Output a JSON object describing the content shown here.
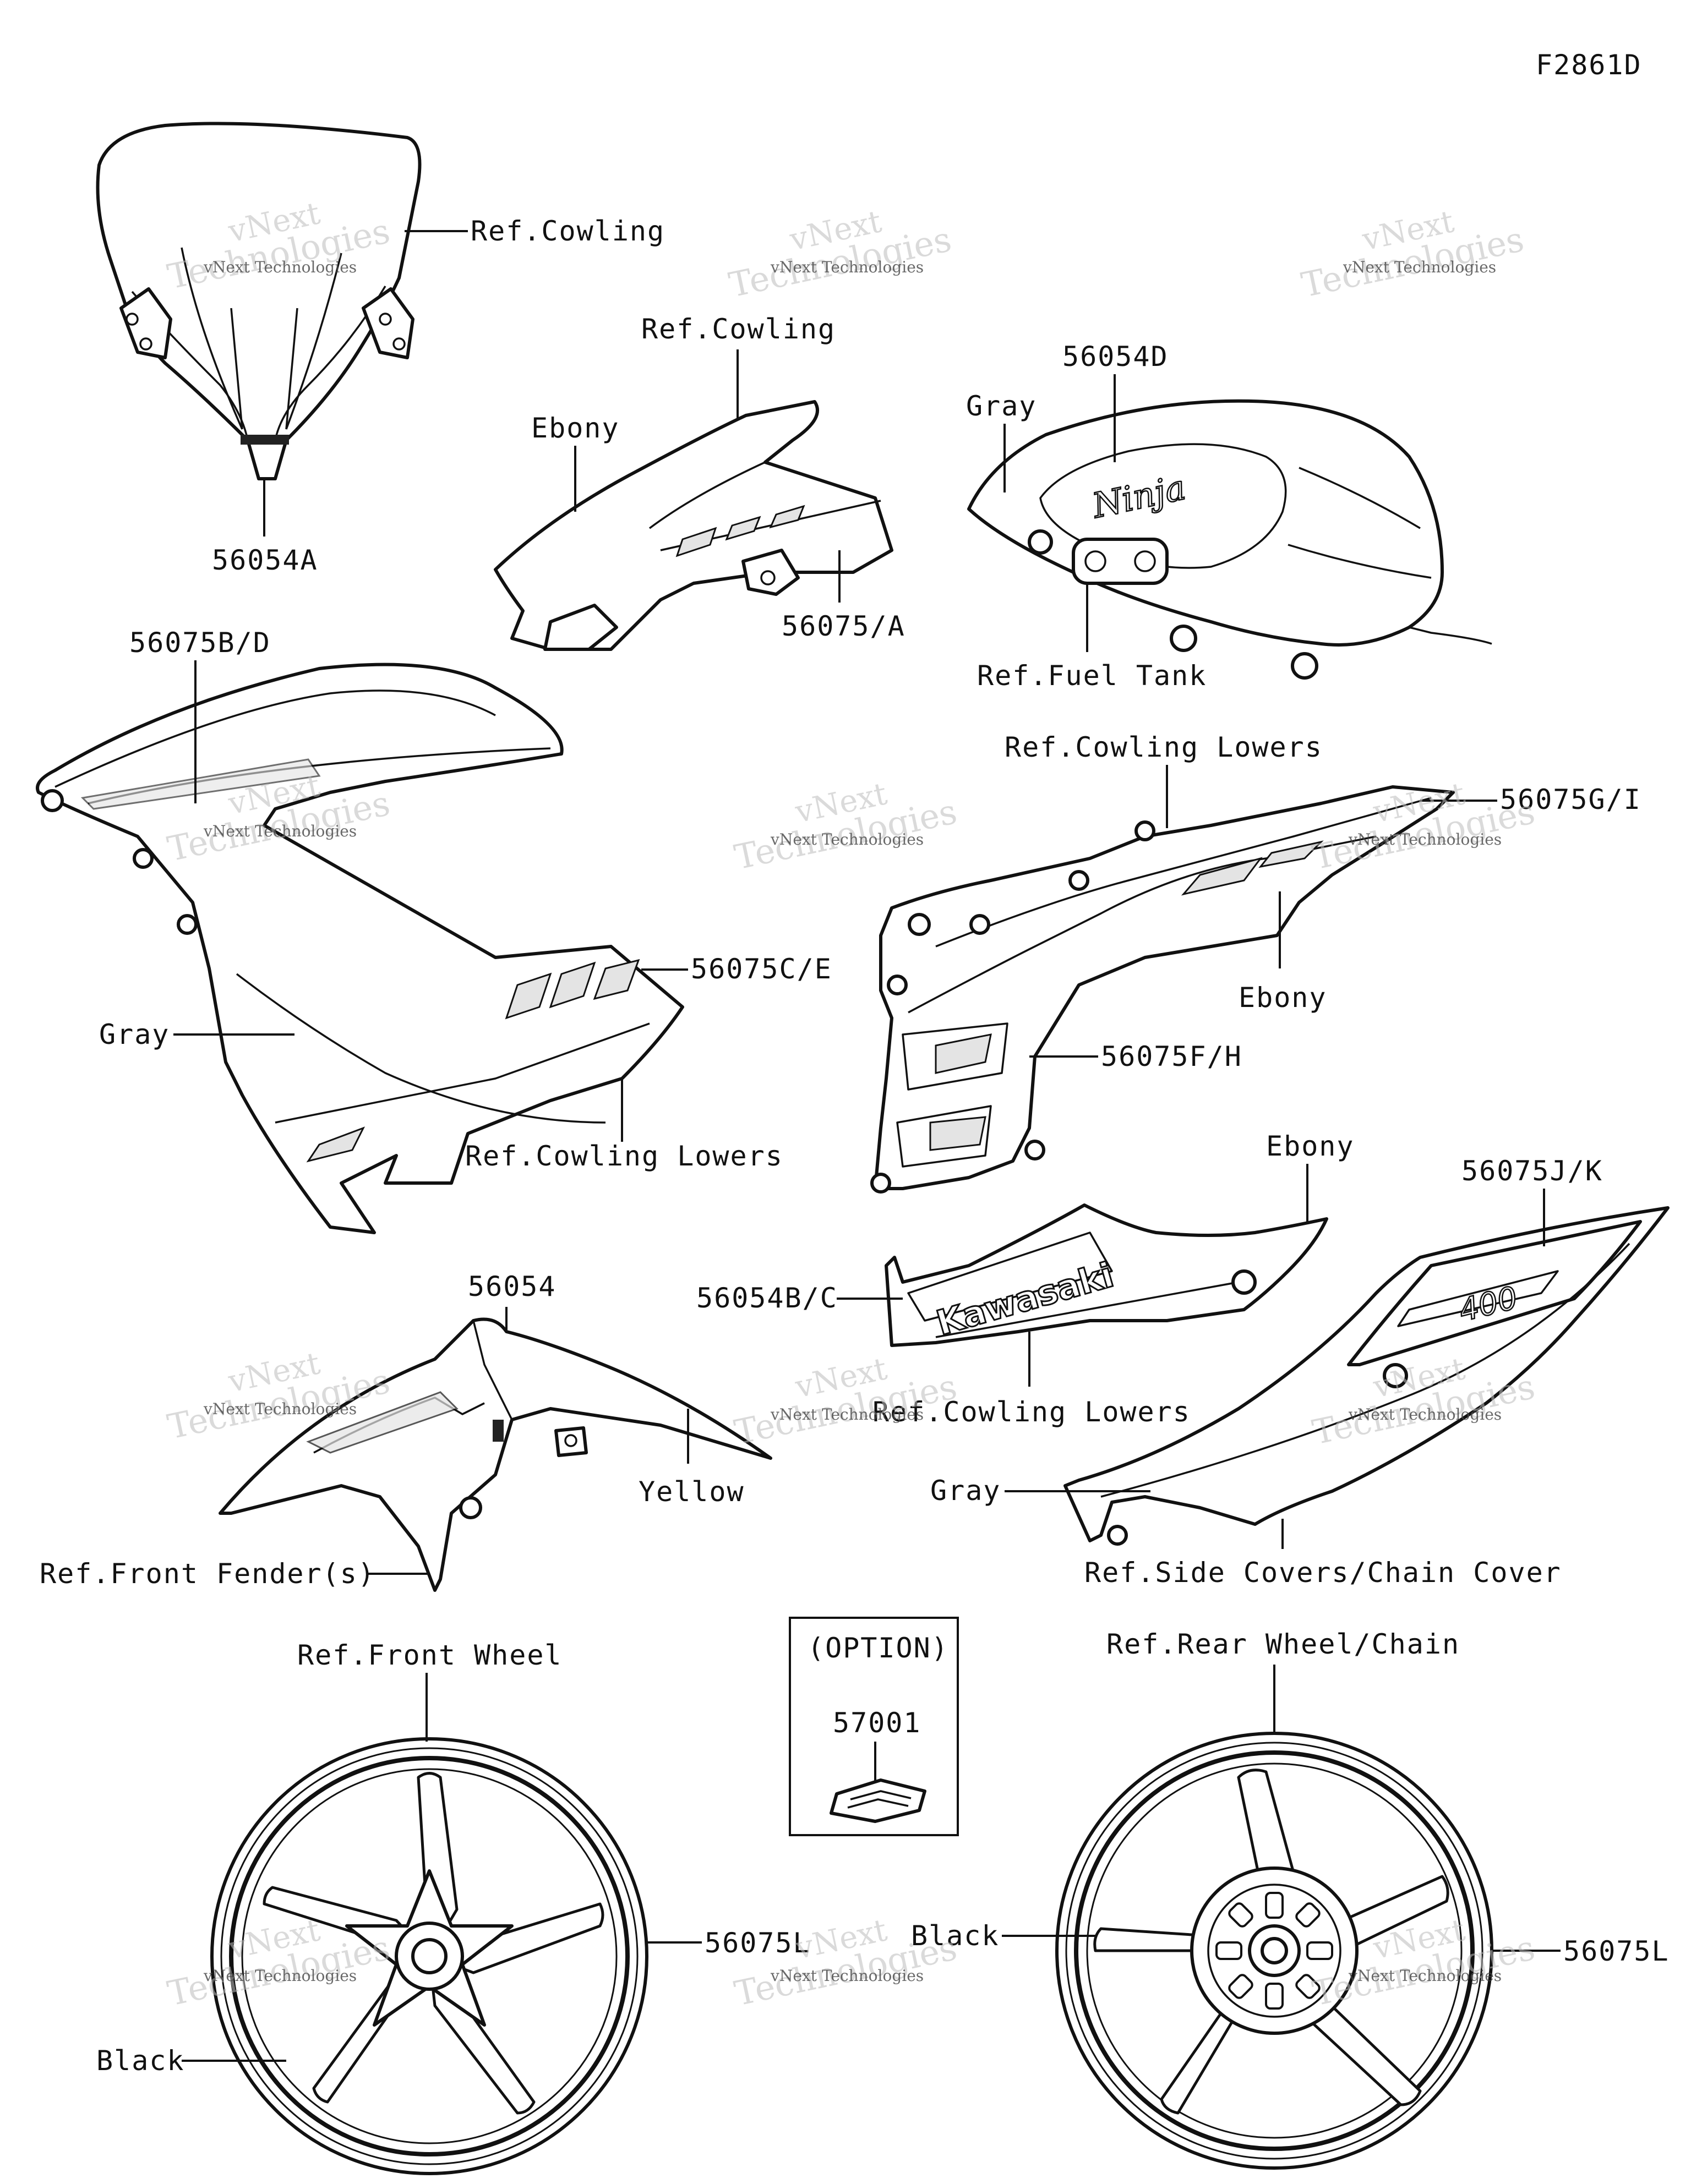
{
  "figure_code": "F2861D",
  "watermark": {
    "line1": "vNext",
    "line2": "Technologies",
    "small": "vNext Technologies"
  },
  "labels": {
    "windscreen_ref": "Ref.Cowling",
    "windscreen_part": "56054A",
    "upper_cowl_ref": "Ref.Cowling",
    "upper_cowl_color": "Ebony",
    "upper_cowl_part": "56075/A",
    "tank_part": "56054D",
    "tank_color": "Gray",
    "tank_ref": "Ref.Fuel Tank",
    "tank_logo": "Ninja",
    "left_cowl_part_top": "56075B/D",
    "left_cowl_part_mid": "56075C/E",
    "left_cowl_color": "Gray",
    "left_cowl_ref": "Ref.Cowling Lowers",
    "right_cowl_ref": "Ref.Cowling Lowers",
    "right_cowl_part_top": "56075G/I",
    "right_cowl_color": "Ebony",
    "right_cowl_part_mid": "56075F/H",
    "lower_cowl_color": "Ebony",
    "lower_cowl_part": "56054B/C",
    "lower_cowl_ref": "Ref.Cowling Lowers",
    "lower_cowl_logo": "Kawasaki",
    "side_cover_part": "56075J/K",
    "side_cover_color": "Gray",
    "side_cover_ref": "Ref.Side Covers/Chain Cover",
    "side_cover_logo": "400",
    "fender_part": "56054",
    "fender_color": "Yellow",
    "fender_ref": "Ref.Front Fender(s)",
    "option_title": "(OPTION)",
    "option_part": "57001",
    "front_wheel_ref": "Ref.Front Wheel",
    "front_wheel_part": "56075L",
    "front_wheel_color": "Black",
    "rear_wheel_ref": "Ref.Rear Wheel/Chain",
    "rear_wheel_part": "56075L",
    "rear_wheel_color": "Black"
  }
}
